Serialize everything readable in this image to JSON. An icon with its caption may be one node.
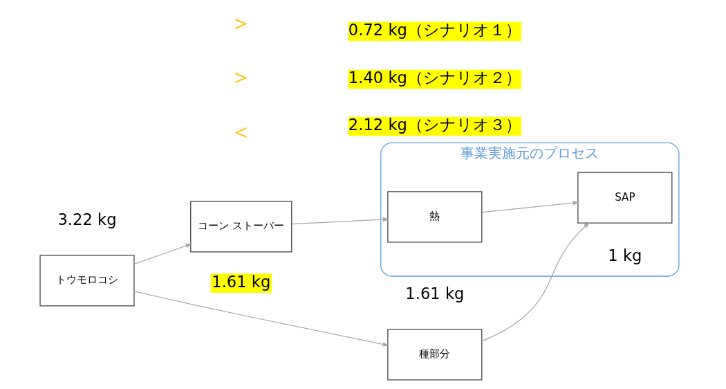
{
  "diagram": {
    "nodes": [
      {
        "text": [
          "事業実施元のプロセス"
        ]
      },
      {
        "text": [
          "トウモロコシ"
        ],
        "beside": [
          "3.22 kg"
        ]
      },
      {
        "text": [
          "種部分"
        ],
        "beside": [
          "1.61 kg"
        ]
      },
      {
        "text": [
          "コーン ストーバー"
        ],
        "beside": [
          "1.61 kg"
        ]
      },
      {
        "text": [
          "熱"
        ],
        "in": 0
      },
      {
        "text": [
          "SAP"
        ],
        "in": 0,
        "beside": [
          "1 kg"
        ]
      }
    ],
    "edges": [
      {
        "from": 1,
        "to": 2,
        "arrow": "to"
      },
      {
        "from": 1,
        "to": 3,
        "arrow": "to"
      },
      {
        "from": 2,
        "to": 5,
        "arrow": "to"
      },
      {
        "from": 3,
        "to": 4,
        "arrow": "to"
      },
      {
        "from": 4,
        "to": 5,
        "arrow": "to"
      }
    ],
    "labels": [
      "＞",
      "0.72 kg（シナリオ１）",
      "＞",
      "1.40 kg（シナリオ２）",
      "＜",
      "2.12 kg（シナリオ３）"
    ]
  }
}
